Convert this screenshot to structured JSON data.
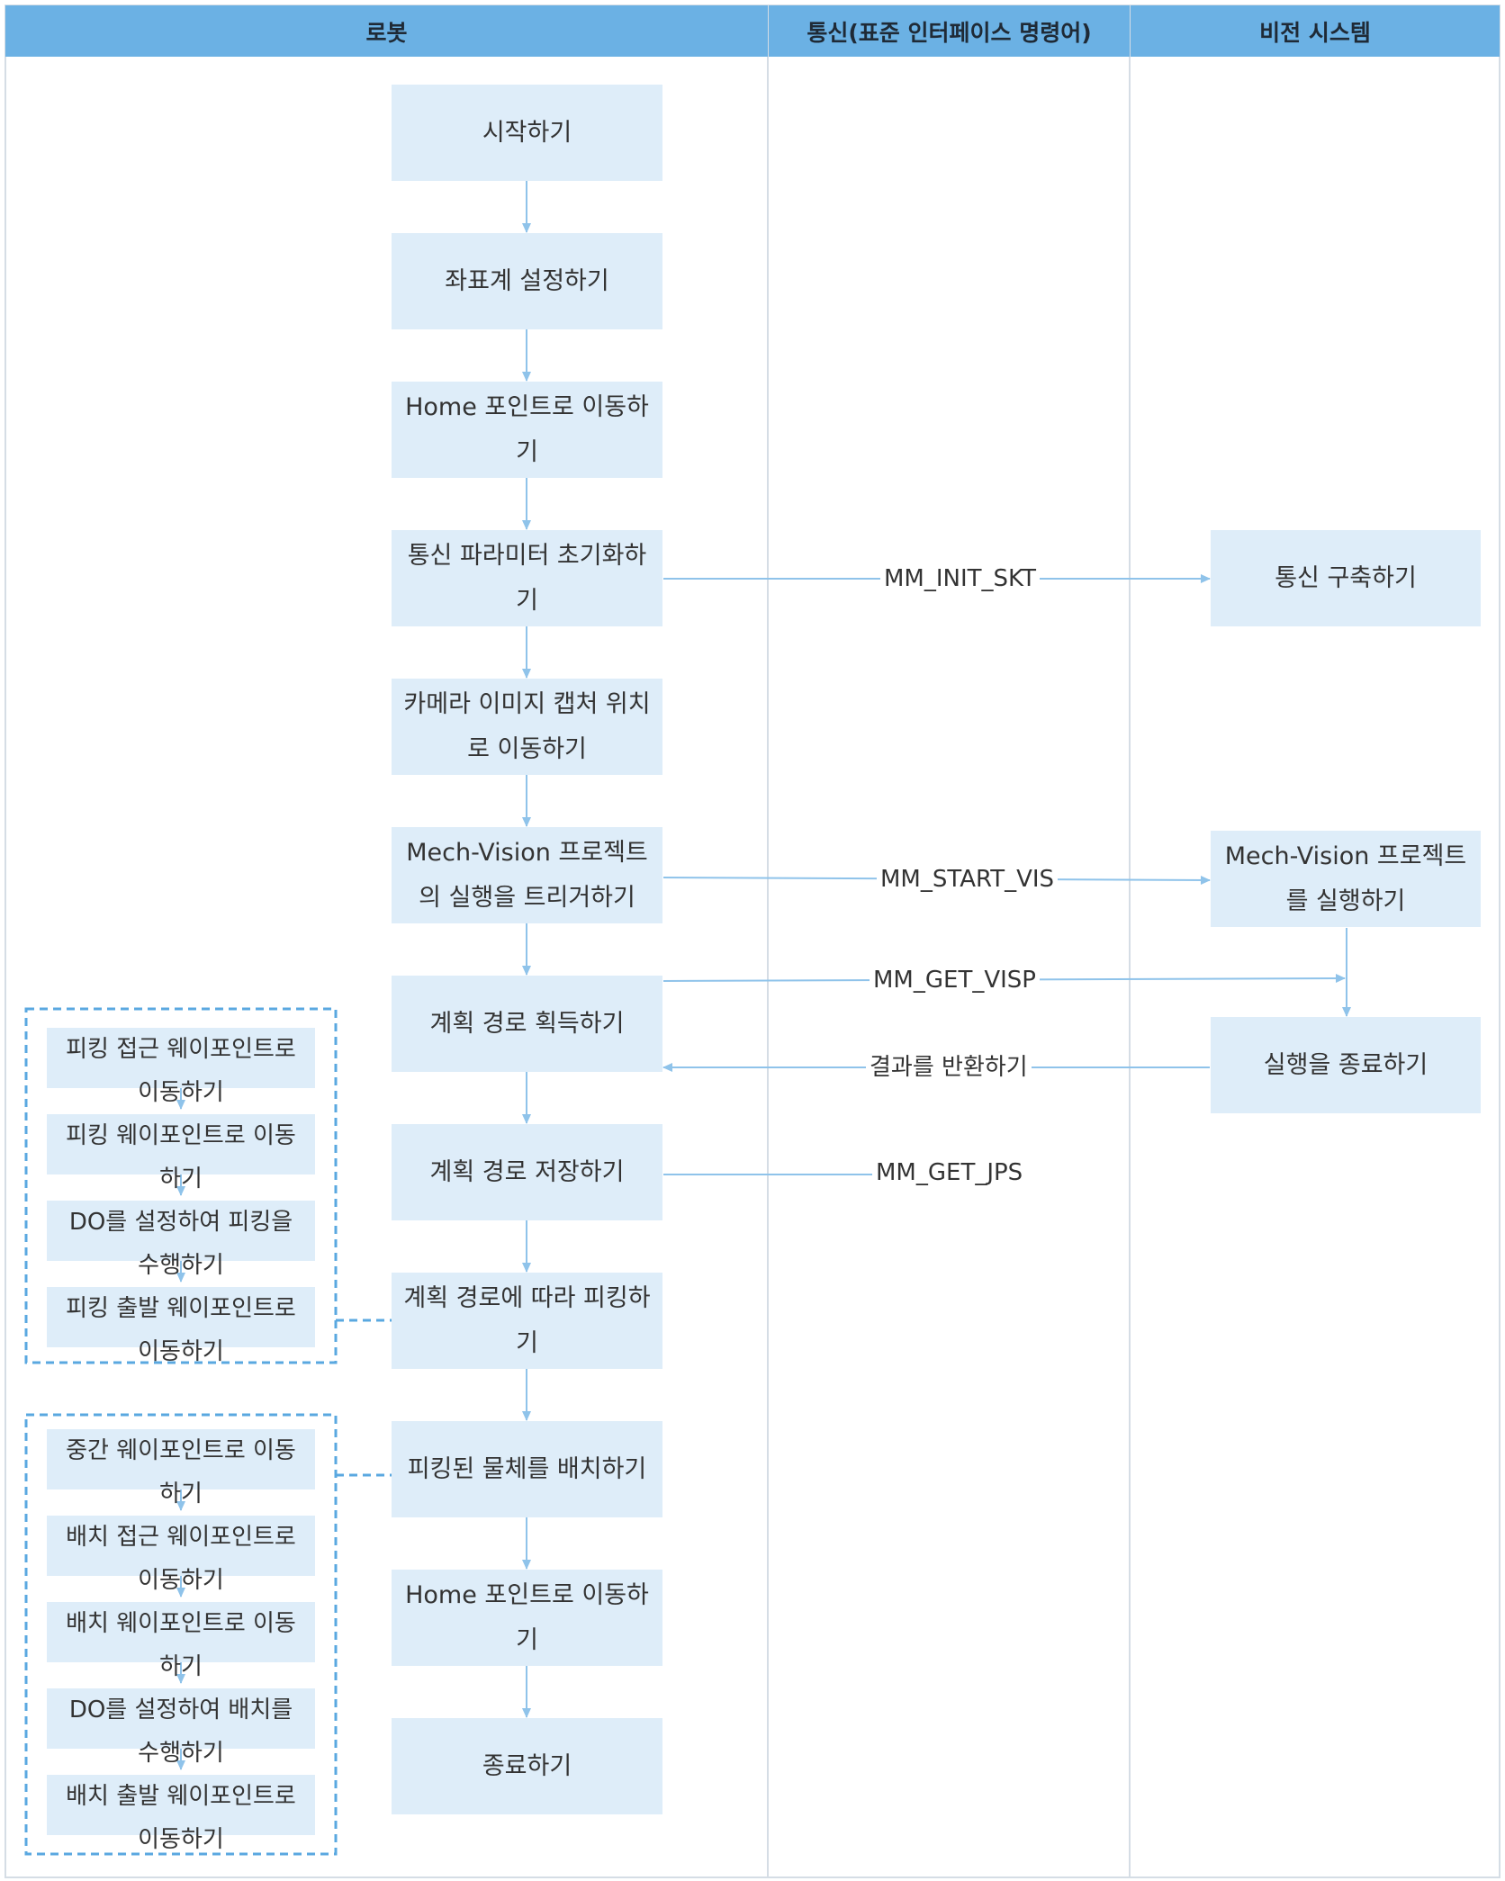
{
  "headers": {
    "robot": "로봇",
    "communication": "통신(표준 인터페이스 명령어)",
    "vision": "비전 시스템"
  },
  "robot_steps": {
    "start": "시작하기",
    "set_coords": "좌표계 설정하기",
    "home1_a": "Home 포인트로 이동하",
    "home1_b": "기",
    "init_comm_a": "통신 파라미터 초기화하",
    "init_comm_b": "기",
    "capture_a": "카메라 이미지 캡처 위치",
    "capture_b": "로 이동하기",
    "trigger_a": "Mech-Vision 프로젝트",
    "trigger_b": "의 실행을 트리거하기",
    "get_path": "계획 경로 획득하기",
    "save_path": "계획 경로 저장하기",
    "pick_a": "계획 경로에 따라 피킹하",
    "pick_b": "기",
    "place": "피킹된 물체를 배치하기",
    "home2_a": "Home 포인트로 이동하",
    "home2_b": "기",
    "end": "종료하기"
  },
  "commands": {
    "init": "MM_INIT_SKT",
    "start_vis": "MM_START_VIS",
    "get_visp": "MM_GET_VISP",
    "return_result": "결과를 반환하기",
    "get_jps": "MM_GET_JPS"
  },
  "vision_steps": {
    "build_comm": "통신 구축하기",
    "run_a": "Mech-Vision 프로젝트",
    "run_b": "를 실행하기",
    "finish": "실행을 종료하기"
  },
  "picking_substeps": [
    {
      "a": "피킹 접근 웨이포인트로",
      "b": "이동하기"
    },
    {
      "a": "피킹 웨이포인트로 이동",
      "b": "하기"
    },
    {
      "a": "DO를 설정하여 피킹을",
      "b": "수행하기"
    },
    {
      "a": "피킹 출발 웨이포인트로",
      "b": "이동하기"
    }
  ],
  "placing_substeps": [
    {
      "a": "중간 웨이포인트로 이동",
      "b": "하기"
    },
    {
      "a": "배치 접근 웨이포인트로",
      "b": "이동하기"
    },
    {
      "a": "배치 웨이포인트로 이동",
      "b": "하기"
    },
    {
      "a": "DO를 설정하여 배치를",
      "b": "수행하기"
    },
    {
      "a": "배치 출발 웨이포인트로",
      "b": "이동하기"
    }
  ],
  "colors": {
    "header": "#6bb1e4",
    "box": "#deedf9",
    "arrow": "#8fc3ea",
    "dashed": "#5aa8e0",
    "grid": "#d5dde5"
  }
}
